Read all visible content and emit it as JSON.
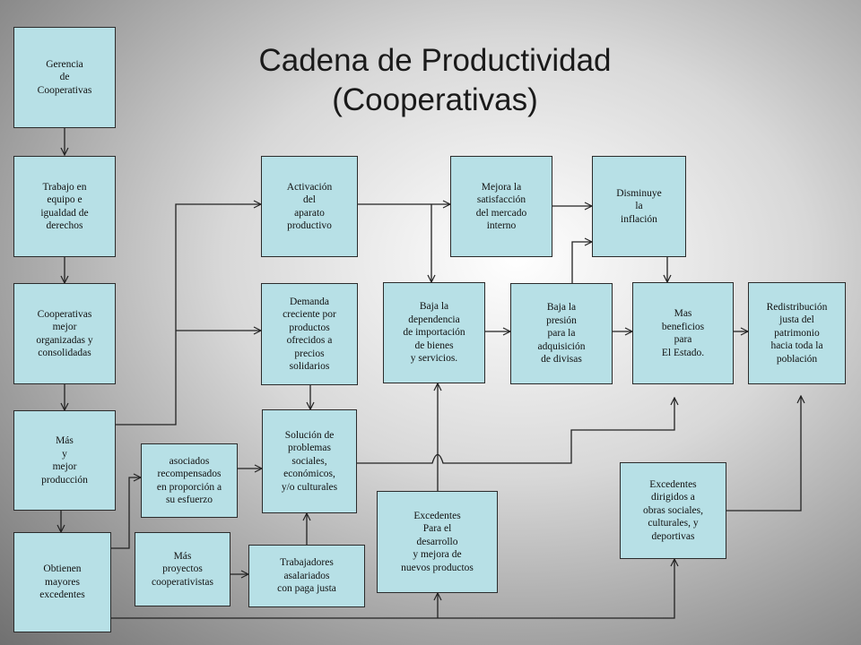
{
  "title": {
    "line1": "Cadena de Productividad",
    "line2": "(Cooperativas)"
  },
  "colors": {
    "node_fill": "#b7e0e6",
    "node_border": "#2b2b2b",
    "connector": "#222222"
  },
  "nodes": {
    "gerencia": "Gerencia\nde\nCooperativas",
    "trabajo_equipo": "Trabajo en\nequipo e\nigualdad de\nderechos",
    "cooperativas_organizadas": "Cooperativas\nmejor\norganizadas y\nconsolidadas",
    "mas_produccion": "Más\ny\nmejor\nproducción",
    "obtienen_excedentes": "Obtienen\nmayores\nexcedentes",
    "asociados": "asociados\nrecompensados\nen proporción a\nsu esfuerzo",
    "mas_proyectos": "Más\nproyectos\ncooperativistas",
    "activacion": "Activación\ndel\naparato\nproductivo",
    "demanda": "Demanda\ncreciente por\nproductos\nofrecidos a\nprecios\nsolidarios",
    "solucion": "Solución de\nproblemas\nsociales,\neconómicos,\ny/o culturales",
    "trabajadores": "Trabajadores\nasalariados\ncon paga justa",
    "mejora": "Mejora la\nsatisfacción\ndel mercado\ninterno",
    "baja_dependencia": "Baja la\ndependencia\nde importación\nde bienes\ny servicios.",
    "excedentes_desarrollo": "Excedentes\nPara el\ndesarrollo\ny mejora de\nnuevos productos",
    "disminuye": "Disminuye\nla\ninflación",
    "baja_presion": "Baja la\npresión\npara la\nadquisición\nde divisas",
    "mas_beneficios": "Mas\nbeneficios\npara\nEl Estado.",
    "excedentes_obras": "Excedentes\ndirigidos  a\nobras sociales,\nculturales, y\ndeportivas",
    "redistribucion": "Redistribución\njusta del\npatrimonio\nhacia toda la\npoblación"
  }
}
